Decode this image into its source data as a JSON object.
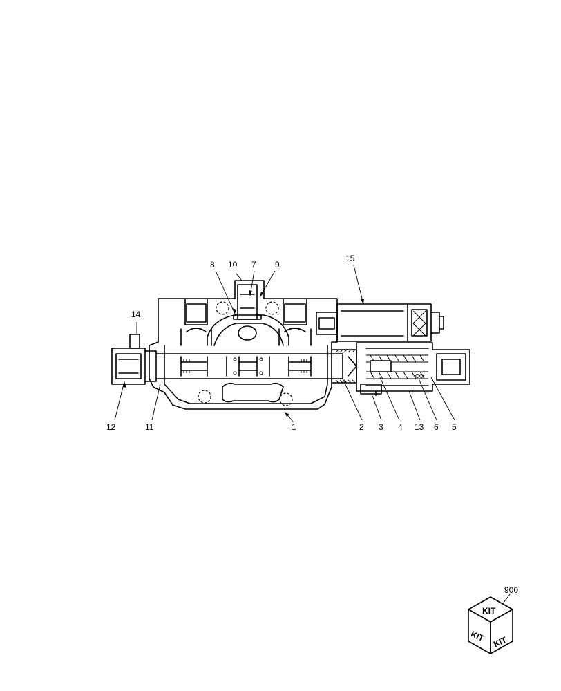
{
  "diagram": {
    "callouts": {
      "c1": "1",
      "c2": "2",
      "c3": "3",
      "c4": "4",
      "c5": "5",
      "c6": "6",
      "c7": "7",
      "c8": "8",
      "c9": "9",
      "c10": "10",
      "c11": "11",
      "c12": "12",
      "c13": "13",
      "c14": "14",
      "c15": "15"
    },
    "kit": {
      "number": "900",
      "top_text": "KIT",
      "left_text": "KIT",
      "right_text": "KIT"
    }
  }
}
